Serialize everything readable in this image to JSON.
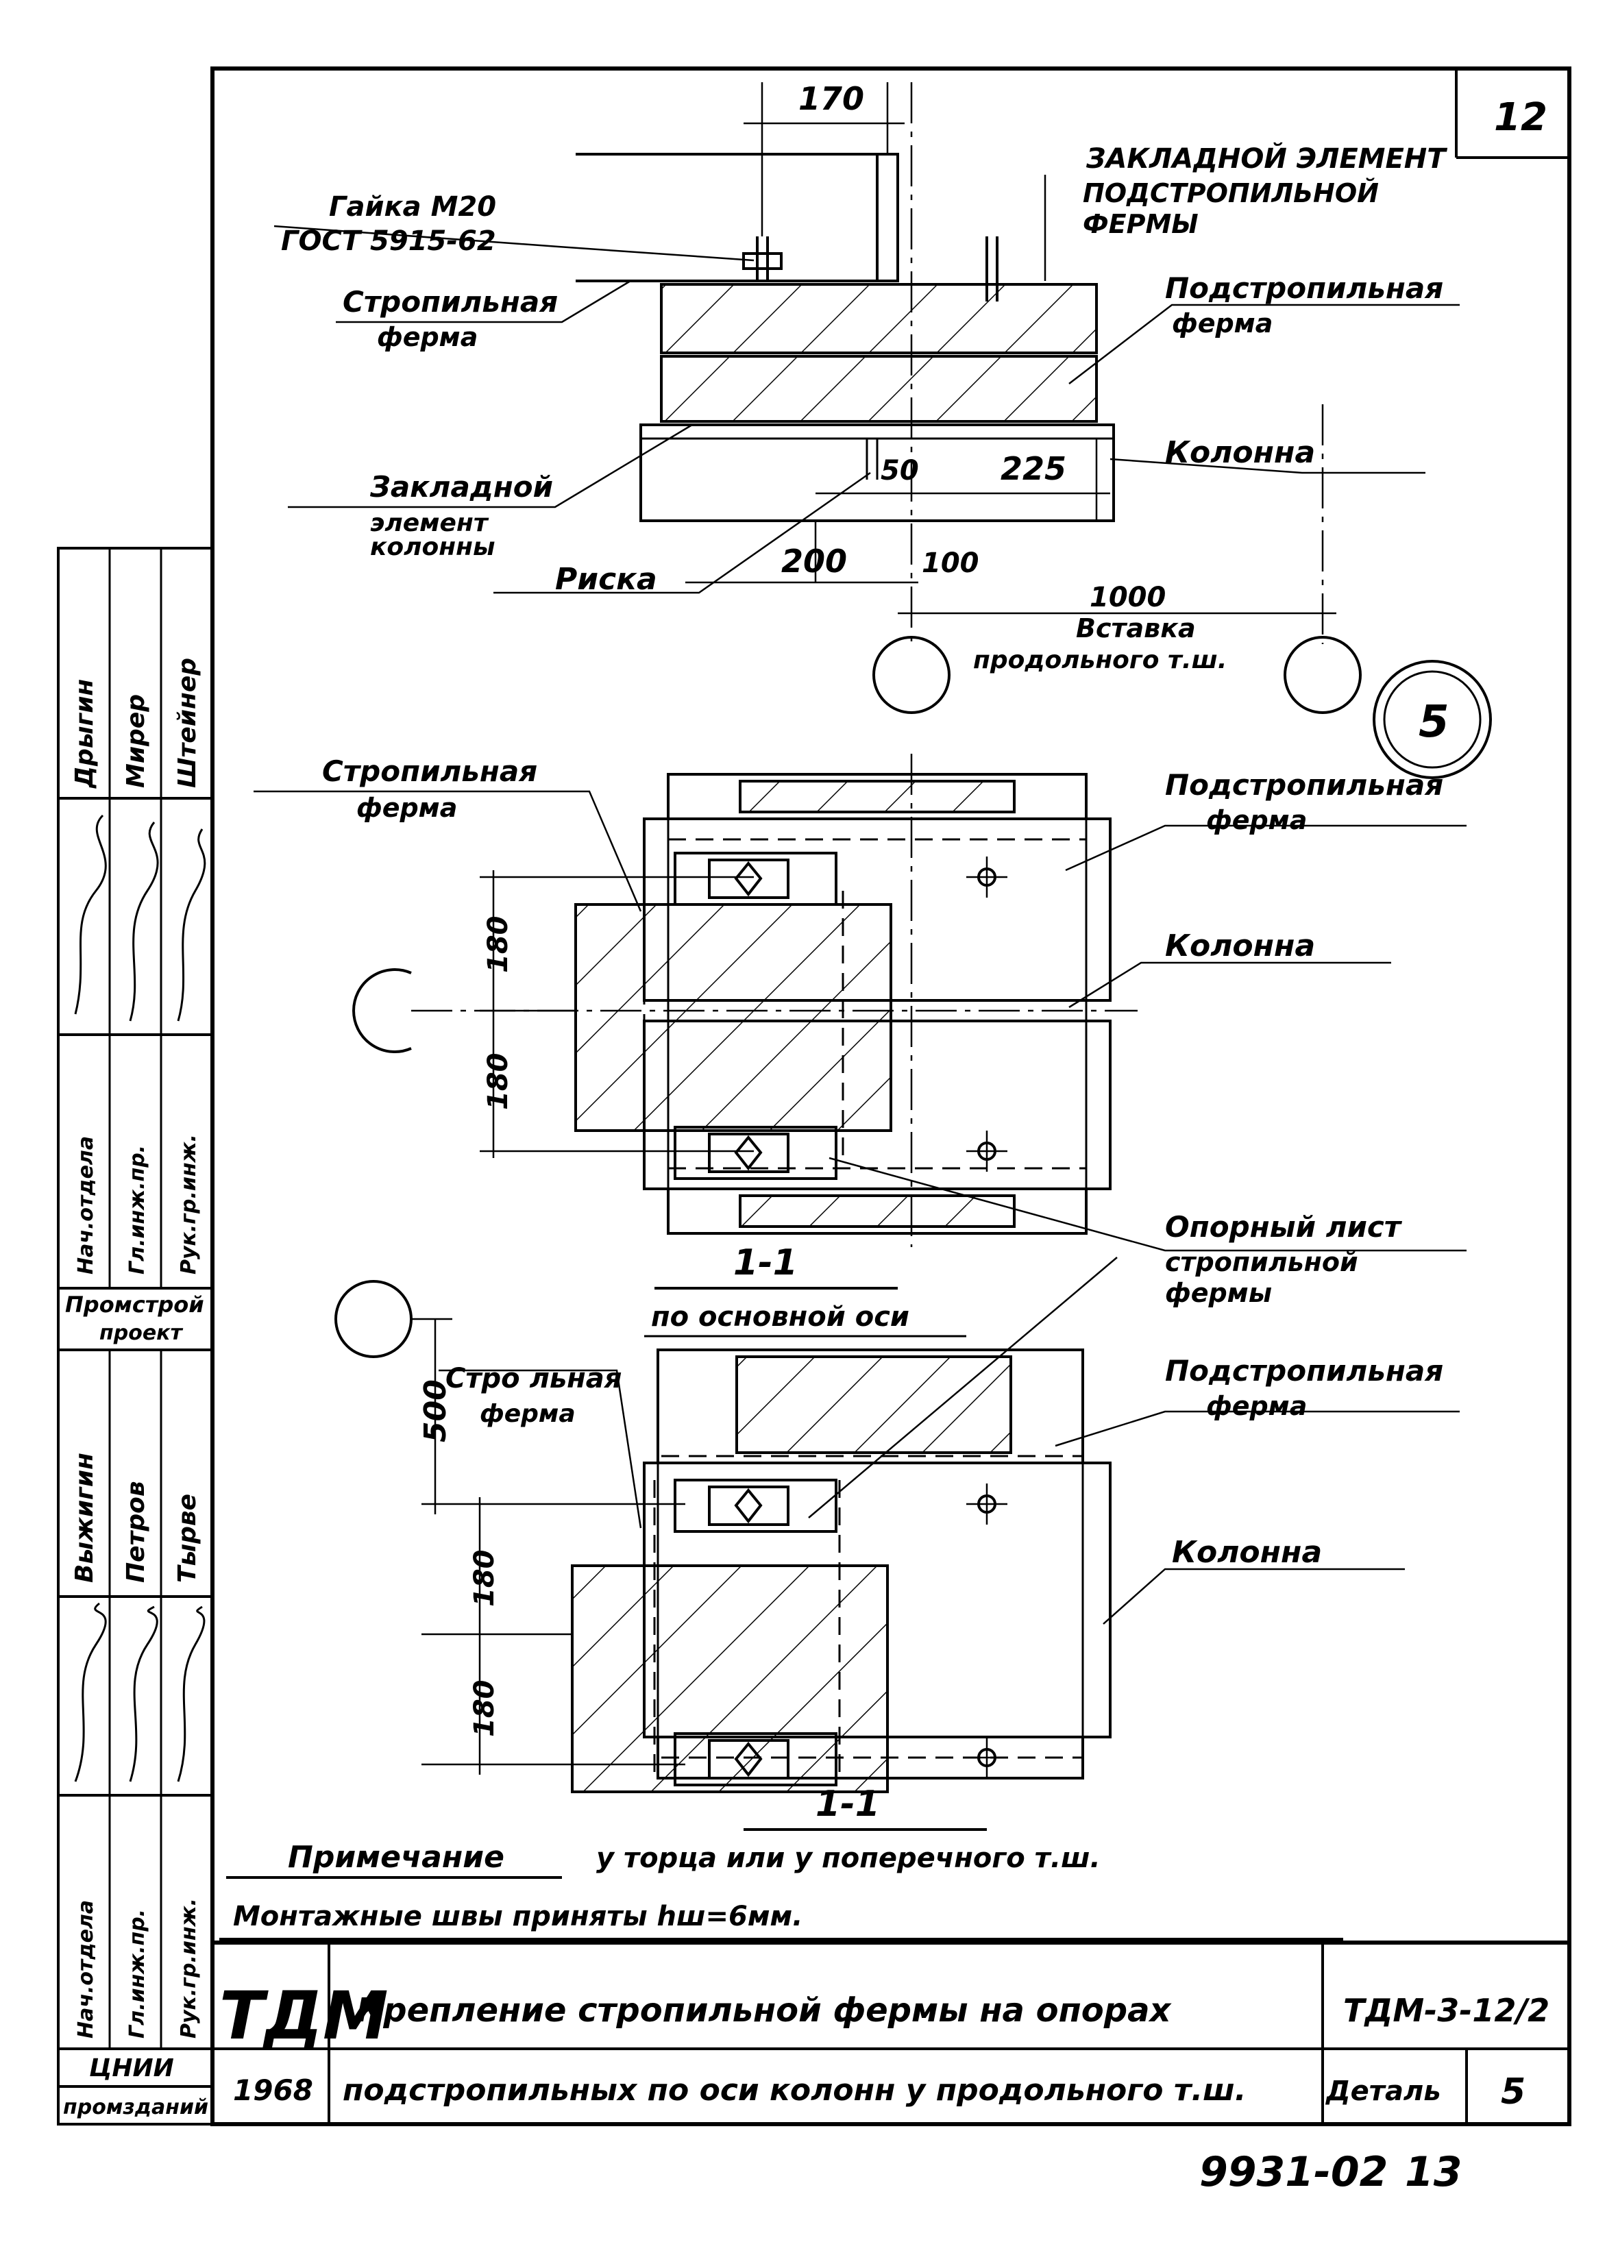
{
  "sheet_number": "12",
  "detail_circle": "5",
  "footer_code": "9931-02",
  "footer_page": "13",
  "section_top": {
    "dims": {
      "top": "170",
      "d50": "50",
      "d225": "225",
      "d200": "200",
      "d100": "100",
      "d1000": "1000"
    },
    "labels": {
      "nut_l1": "Гайка М20",
      "nut_l2": "ГОСТ 5915-62",
      "embed_l1": "ЗАКЛАДНОЙ ЭЛЕМЕНТ",
      "embed_l2": "ПОДСТРОПИЛЬНОЙ",
      "embed_l3": "ФЕРМЫ",
      "rafter_l1": "Стропильная",
      "rafter_l2": "ферма",
      "subtruss_l1": "Подстропильная",
      "subtruss_l2": "ферма",
      "column": "Колонна",
      "col_embed_l1": "Закладной",
      "col_embed_l2": "элемент",
      "col_embed_l3": "колонны",
      "mark": "Риска",
      "insert_l1": "Вставка",
      "insert_l2": "продольного т.ш."
    }
  },
  "plan_1": {
    "dims": {
      "d180a": "180",
      "d180b": "180"
    },
    "labels": {
      "rafter_l1": "Стропильная",
      "rafter_l2": "ферма",
      "subtruss_l1": "Подстропильная",
      "subtruss_l2": "ферма",
      "column": "Колонна",
      "support_l1": "Опорный лист",
      "support_l2": "стропильной",
      "support_l3": "фермы",
      "section": "1-1",
      "caption": "по основной оси"
    }
  },
  "plan_2": {
    "dims": {
      "d500": "500",
      "d180a": "180",
      "d180b": "180"
    },
    "labels": {
      "rafter_l1": "Стро  льная",
      "rafter_l2": "ферма",
      "subtruss_l1": "Подстропильная",
      "subtruss_l2": "ферма",
      "column": "Колонна",
      "section": "1-1"
    }
  },
  "notes": {
    "head": "Примечание",
    "line1": "у торца или у поперечного т.ш.",
    "line2": "Монтажные швы приняты hш=6мм."
  },
  "title_block": {
    "logo": "ТДМ",
    "year": "1968",
    "title_l1": "Крепление стропильной фермы на опорах",
    "title_l2": "подстропильных по оси колонн у продольного т.ш.",
    "code": "ТДМ-3-12/2",
    "detail_label": "Деталь",
    "detail_no": "5"
  },
  "side_stamp": {
    "top_l1": "Дрыгин",
    "top_l2": "Мирер",
    "top_l3": "Штейнер",
    "mid_l1": "Нач.отдела",
    "mid_l2": "Гл.инж.пр.",
    "mid_l3": "Рук.гр.инж.",
    "org_l1": "Промстрой",
    "org_l2": "проект",
    "low_l1": "Выжигин",
    "low_l2": "Петров",
    "low_l3": "Тырве",
    "bot_l1": "Нач.отдела",
    "bot_l2": "Гл.инж.пр.",
    "bot_l3": "Рук.гр.инж.",
    "inst_l1": "ЦНИИ",
    "inst_l2": "промзданий"
  }
}
